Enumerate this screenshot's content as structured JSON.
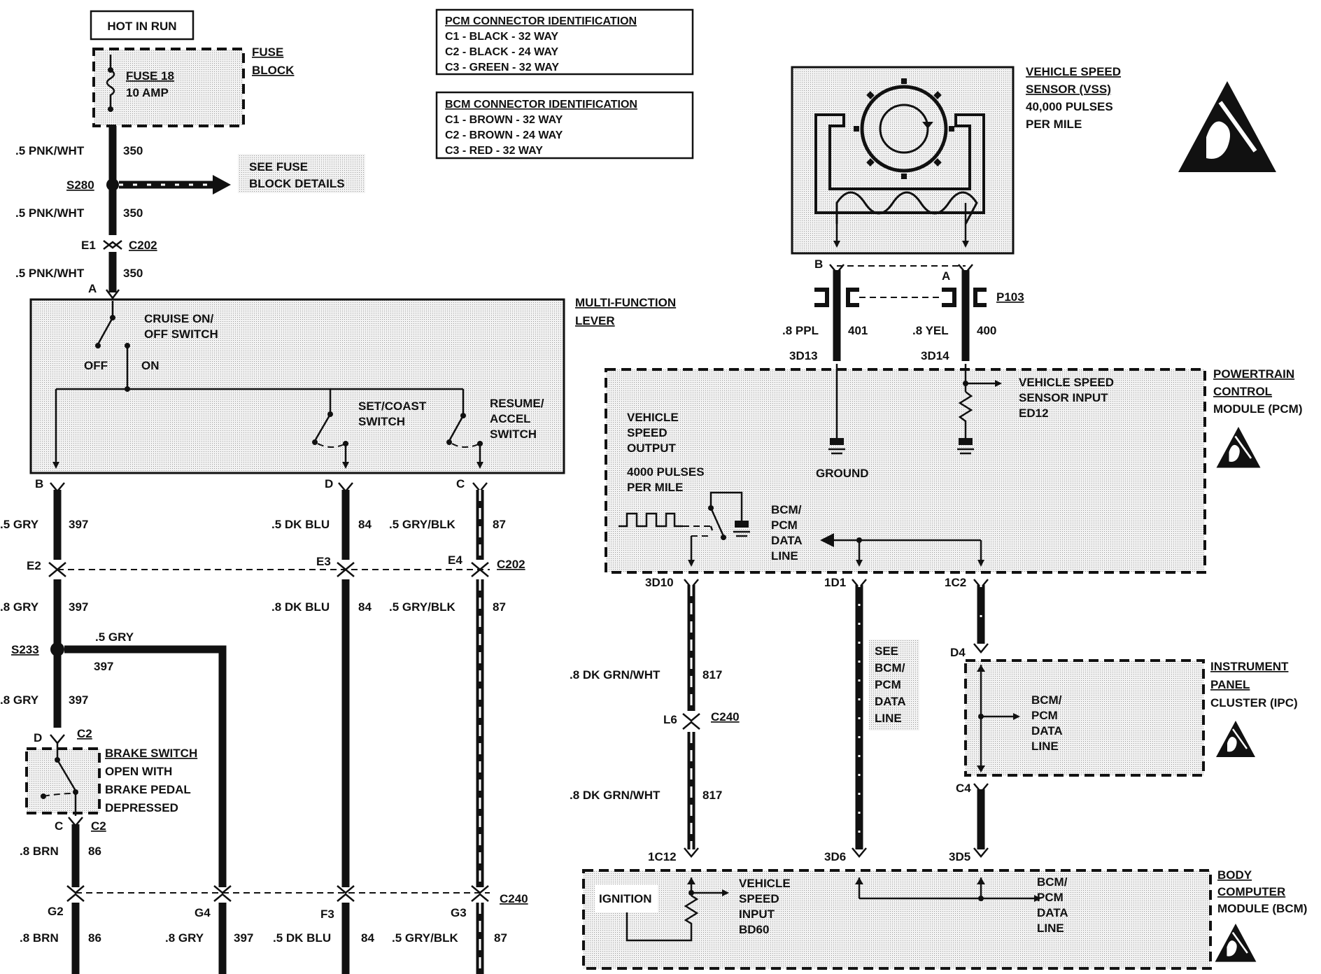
{
  "labels": {
    "hot_in_run": "HOT IN RUN",
    "fuse_block_1": "FUSE",
    "fuse_block_2": "BLOCK",
    "fuse_name": "FUSE 18",
    "fuse_amp": "10 AMP",
    "see_fuse_1": "SEE FUSE",
    "see_fuse_2": "BLOCK DETAILS",
    "s280": "S280",
    "s233": "S233",
    "wire_pnk": ".5 PNK/WHT",
    "circ_350": "350",
    "e1": "E1",
    "c202": "C202",
    "pin_a": "A",
    "pin_b": "B",
    "pin_c": "C",
    "pin_d": "D",
    "mfl_1": "MULTI-FUNCTION",
    "mfl_2": "LEVER",
    "cruise_1": "CRUISE ON/",
    "cruise_2": "OFF SWITCH",
    "off": "OFF",
    "on": "ON",
    "set_1": "SET/COAST",
    "set_2": "SWITCH",
    "resume_1": "RESUME/",
    "resume_2": "ACCEL",
    "resume_3": "SWITCH",
    "w5gry": ".5 GRY",
    "c397": "397",
    "w5dkblu": ".5 DK BLU",
    "c84": "84",
    "w5grybl": ".5 GRY/BLK",
    "c87": "87",
    "e2": "E2",
    "e3": "E3",
    "e4": "E4",
    "w8gry": ".8 GRY",
    "w8dkblu": ".8 DK BLU",
    "c2": "C2",
    "brake_1": "BRAKE SWITCH",
    "brake_2": "OPEN WITH",
    "brake_3": "BRAKE PEDAL",
    "brake_4": "DEPRESSED",
    "w8brn": ".8 BRN",
    "c86": "86",
    "c240": "C240",
    "g2": "G2",
    "g4": "G4",
    "f3": "F3",
    "g3": "G3",
    "pcm_id_title": "PCM CONNECTOR IDENTIFICATION",
    "pcm_id_1": "C1 - BLACK - 32 WAY",
    "pcm_id_2": "C2 - BLACK - 24 WAY",
    "pcm_id_3": "C3 - GREEN - 32 WAY",
    "bcm_id_title": "BCM CONNECTOR IDENTIFICATION",
    "bcm_id_1": "C1 - BROWN - 32 WAY",
    "bcm_id_2": "C2 - BROWN - 24 WAY",
    "bcm_id_3": "C3 - RED - 32 WAY",
    "vss_1": "VEHICLE SPEED",
    "vss_2": "SENSOR (VSS)",
    "vss_3": "40,000 PULSES",
    "vss_4": "PER MILE",
    "p103": "P103",
    "w8ppl": ".8 PPL",
    "c401": "401",
    "w8yel": ".8 YEL",
    "c400": "400",
    "p3d13": "3D13",
    "p3d14": "3D14",
    "pcm_1": "POWERTRAIN",
    "pcm_2": "CONTROL",
    "pcm_3": "MODULE (PCM)",
    "vssin_1": "VEHICLE SPEED",
    "vssin_2": "SENSOR INPUT",
    "vssin_3": "ED12",
    "vso_1": "VEHICLE",
    "vso_2": "SPEED",
    "vso_3": "OUTPUT",
    "vso_4": "4000 PULSES",
    "vso_5": "PER MILE",
    "ground": "GROUND",
    "bcmpcm_1": "BCM/",
    "bcmpcm_2": "PCM",
    "bcmpcm_3": "DATA",
    "bcmpcm_4": "LINE",
    "p3d10": "3D10",
    "p1d1": "1D1",
    "p1c2": "1C2",
    "see_1": "SEE",
    "see_2": "BCM/",
    "see_3": "PCM",
    "see_4": "DATA",
    "see_5": "LINE",
    "w8dkgrnwht": ".8 DK GRN/WHT",
    "c817": "817",
    "l6": "L6",
    "d4": "D4",
    "c4": "C4",
    "ipc_1": "INSTRUMENT",
    "ipc_2": "PANEL",
    "ipc_3": "CLUSTER (IPC)",
    "p1c12": "1C12",
    "p3d6": "3D6",
    "p3d5": "3D5",
    "bcm_1": "BODY",
    "bcm_2": "COMPUTER",
    "bcm_3": "MODULE (BCM)",
    "ignition": "IGNITION",
    "vsi_1": "VEHICLE",
    "vsi_2": "SPEED",
    "vsi_3": "INPUT",
    "vsi_4": "BD60"
  }
}
